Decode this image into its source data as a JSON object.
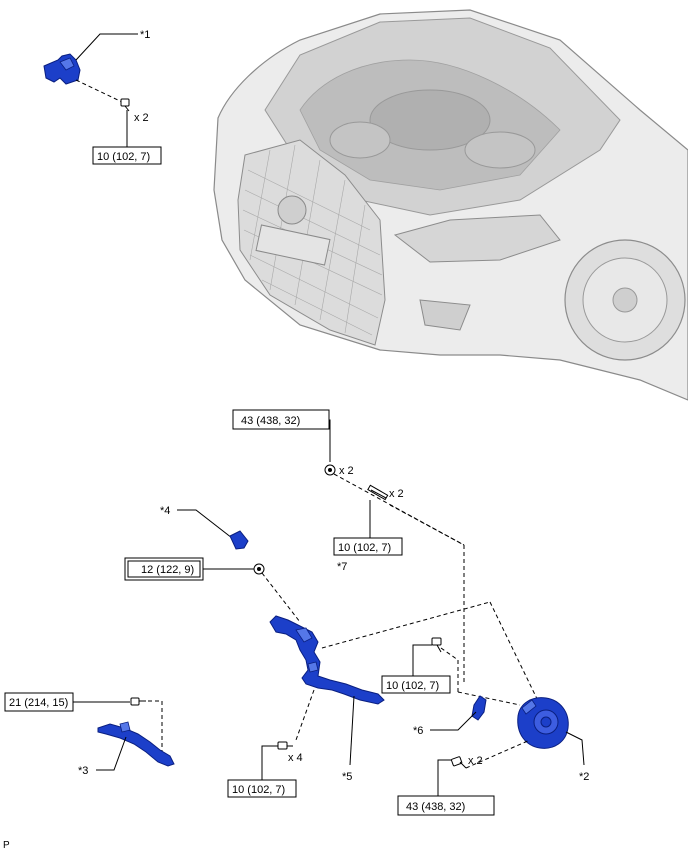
{
  "callouts": {
    "c1": "*1",
    "c2": "*2",
    "c3": "*3",
    "c4": "*4",
    "c5": "*5",
    "c6": "*6",
    "c7": "*7"
  },
  "quantities": {
    "q_bracket": "x 2",
    "q_nut_top": "x 2",
    "q_stud": "x 2",
    "q_bolt_bottom": "x 4",
    "q_bolt_right": "x 2"
  },
  "torques": {
    "t_bracket": "10 (102, 7)",
    "t_nut_top": "43 (438, 32)",
    "t_stud": "10 (102, 7)",
    "t_nut_mid": "12 (122, 9)",
    "t_left": "21 (214, 15)",
    "t_bottom": "10 (102, 7)",
    "t_right_mid": "10 (102, 7)",
    "t_right_bottom": "43 (438, 32)"
  },
  "footer": {
    "code": "P"
  },
  "colors": {
    "part": "#1c3fc9",
    "vehicle": "#e6e6e6"
  }
}
